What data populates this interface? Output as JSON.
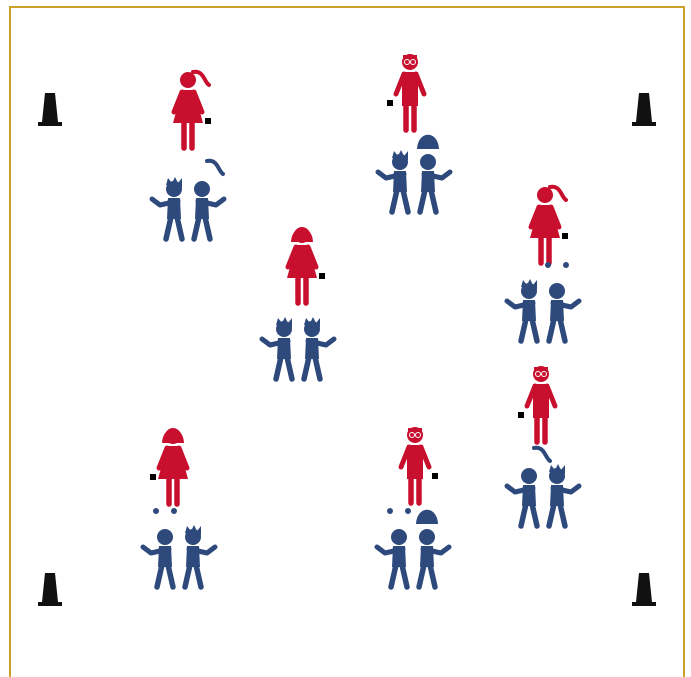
{
  "colors": {
    "background": "#ffffff",
    "boundary": "#c9a227",
    "cone": "#111111",
    "leader": "#c8102e",
    "player": "#2e4a7d",
    "ball": "#000000"
  },
  "cones": [
    {
      "name": "cone-top-left",
      "icon": "cone-icon"
    },
    {
      "name": "cone-top-right",
      "icon": "cone-icon"
    },
    {
      "name": "cone-bottom-left",
      "icon": "cone-icon"
    },
    {
      "name": "cone-bottom-right",
      "icon": "cone-icon"
    }
  ],
  "groups": [
    {
      "name": "group-1",
      "leader": {
        "style": "ponytail",
        "ball_side": "right"
      },
      "players": [
        "boy",
        "girl-ponytail"
      ]
    },
    {
      "name": "group-2",
      "leader": {
        "style": "glasses",
        "ball_side": "left"
      },
      "players": [
        "boy",
        "girl-bob"
      ]
    },
    {
      "name": "group-3",
      "leader": {
        "style": "bob",
        "ball_side": "right"
      },
      "players": [
        "boy",
        "boy"
      ]
    },
    {
      "name": "group-4",
      "leader": {
        "style": "ponytail",
        "ball_side": "right"
      },
      "players": [
        "boy",
        "girl-pigtails"
      ]
    },
    {
      "name": "group-5",
      "leader": {
        "style": "glasses",
        "ball_side": "left"
      },
      "players": [
        "girl-ponytail",
        "boy"
      ]
    },
    {
      "name": "group-6",
      "leader": {
        "style": "bob",
        "ball_side": "left"
      },
      "players": [
        "girl-pigtails",
        "boy"
      ]
    },
    {
      "name": "group-7",
      "leader": {
        "style": "glasses",
        "ball_side": "right"
      },
      "players": [
        "girl-pigtails",
        "girl-bob"
      ]
    }
  ]
}
